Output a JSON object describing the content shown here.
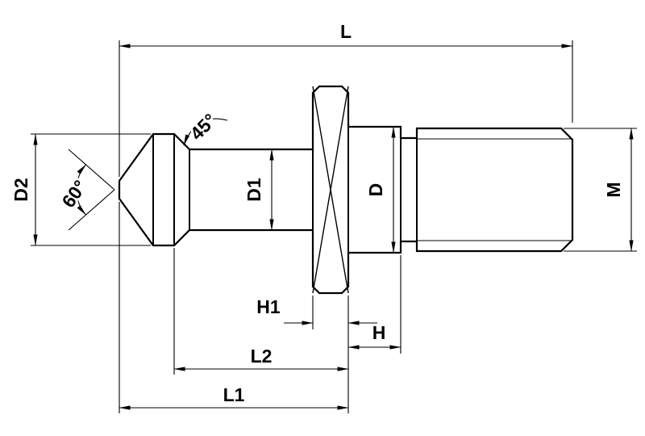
{
  "drawing": {
    "background_color": "#ffffff",
    "line_color": "#000000",
    "labels": {
      "overall_length": "L",
      "head_diameter": "D2",
      "tip_angle": "60°",
      "chamfer_angle": "45°",
      "neck_diameter": "D1",
      "shoulder_diameter": "D",
      "thread": "M",
      "flange_width": "H1",
      "shoulder_width": "H",
      "length_2": "L2",
      "length_1": "L1"
    }
  }
}
